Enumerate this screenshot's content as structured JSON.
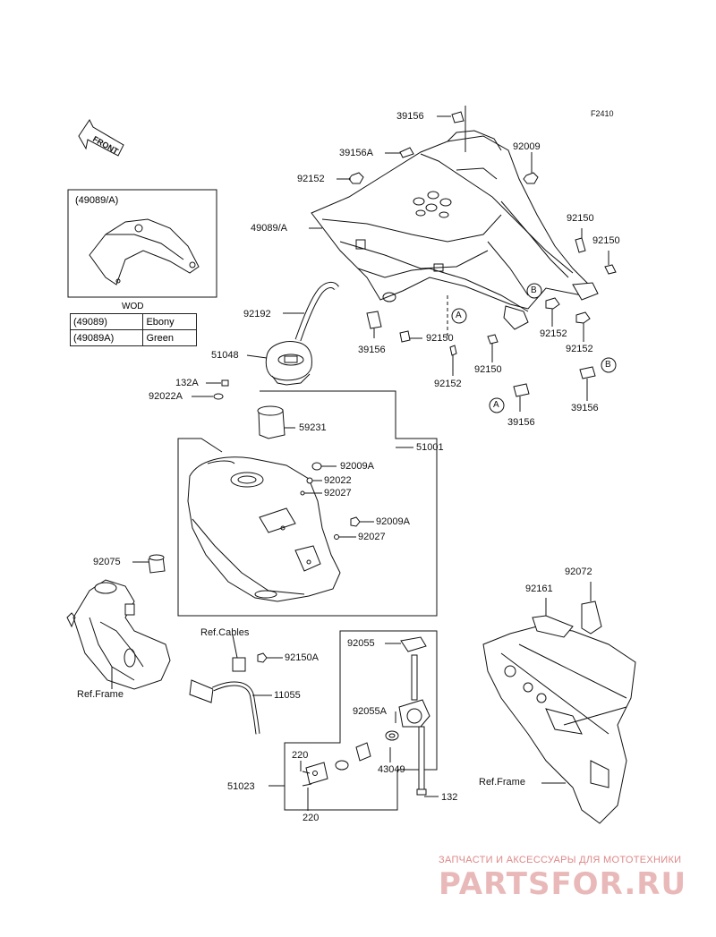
{
  "diagram_code": "F2410",
  "front_label": "FRONT",
  "inset": {
    "label": "(49089/A)",
    "wod_title": "WOD",
    "rows": [
      {
        "part": "(49089)",
        "color": "Ebony"
      },
      {
        "part": "(49089A)",
        "color": "Green"
      }
    ]
  },
  "callouts": {
    "p39156_top": "39156",
    "p39156A": "39156A",
    "p92009": "92009",
    "p92152_top": "92152",
    "p49089A": "49089/A",
    "p92150_a": "92150",
    "p92150_b": "92150",
    "p92192": "92192",
    "p39156_mid": "39156",
    "p92150_c": "92150",
    "p92152_c": "92152",
    "p92152_d": "92152",
    "p92150_d": "92150",
    "p92152_e": "92152",
    "p51048": "51048",
    "p132A": "132A",
    "p92022A": "92022A",
    "p39156_b": "39156",
    "p39156_a": "39156",
    "p59231": "59231",
    "p51001": "51001",
    "p92009A_1": "92009A",
    "p92022": "92022",
    "p92027_1": "92027",
    "p92009A_2": "92009A",
    "p92027_2": "92027",
    "p92075": "92075",
    "p92072": "92072",
    "p92161": "92161",
    "ref_cables": "Ref.Cables",
    "p92150A": "92150A",
    "ref_frame_left": "Ref.Frame",
    "p11055": "11055",
    "p92055": "92055",
    "p92055A": "92055A",
    "p220_top": "220",
    "p43049": "43049",
    "p51023": "51023",
    "p132": "132",
    "p220_bot": "220",
    "ref_frame_right": "Ref.Frame"
  },
  "markers": {
    "a": "A",
    "b": "B"
  },
  "watermark": {
    "tagline": "ЗАПЧАСТИ И АКСЕССУАРЫ ДЛЯ МОТОТЕХНИКИ",
    "logo": "PARTSFOR.RU"
  }
}
